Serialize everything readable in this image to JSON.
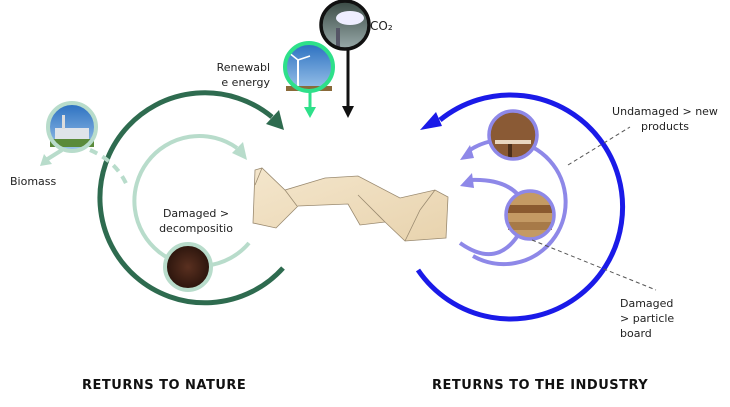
{
  "labels": {
    "co2": "CO₂",
    "renewable": "Renewabl e energy",
    "biomass": "Biomass",
    "damaged_decomposition": "Damaged > decompositio",
    "undamaged": "Undamaged > new products",
    "particle": "Damaged > particle board"
  },
  "headings": {
    "nature": "RETURNS TO NATURE",
    "industry": "RETURNS TO THE INDUSTRY"
  },
  "colors": {
    "nature_dark": "#2e6b4f",
    "nature_light": "#b8dccb",
    "renewable": "#2ee08a",
    "industry_dark": "#1a1ae8",
    "industry_light": "#8e88e8"
  }
}
